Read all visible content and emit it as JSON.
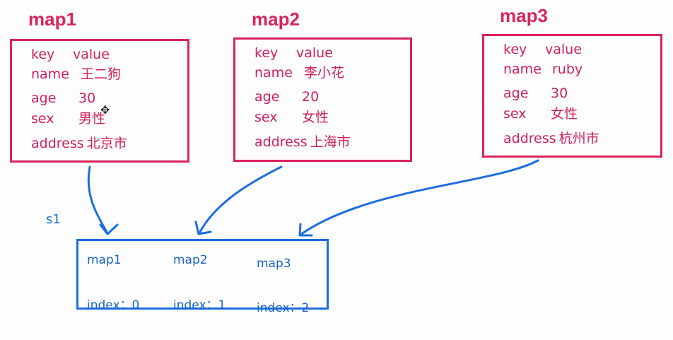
{
  "maps": [
    {
      "title": "map1",
      "header": {
        "key": "key",
        "value": "value"
      },
      "rows": [
        {
          "key": "name",
          "value": "王二狗"
        },
        {
          "key": "age",
          "value": "30"
        },
        {
          "key": "sex",
          "value": "男性"
        },
        {
          "key": "address",
          "value": "北京市"
        }
      ]
    },
    {
      "title": "map2",
      "header": {
        "key": "key",
        "value": "value"
      },
      "rows": [
        {
          "key": "name",
          "value": "李小花"
        },
        {
          "key": "age",
          "value": "20"
        },
        {
          "key": "sex",
          "value": "女性"
        },
        {
          "key": "address",
          "value": "上海市"
        }
      ]
    },
    {
      "title": "map3",
      "header": {
        "key": "key",
        "value": "value"
      },
      "rows": [
        {
          "key": "name",
          "value": "ruby"
        },
        {
          "key": "age",
          "value": "30"
        },
        {
          "key": "sex",
          "value": "女性"
        },
        {
          "key": "address",
          "value": "杭州市"
        }
      ]
    }
  ],
  "slice": {
    "label": "s1",
    "items": [
      {
        "name": "map1",
        "index": "index：0"
      },
      {
        "name": "map2",
        "index": "index：1"
      },
      {
        "name": "map3",
        "index": "index：2"
      }
    ]
  },
  "colors": {
    "map_accent": "#d9245a",
    "slice_accent": "#1c6ee0",
    "arrow": "#1c6ee0"
  },
  "icons": {
    "cursor": "move-cursor-icon"
  }
}
